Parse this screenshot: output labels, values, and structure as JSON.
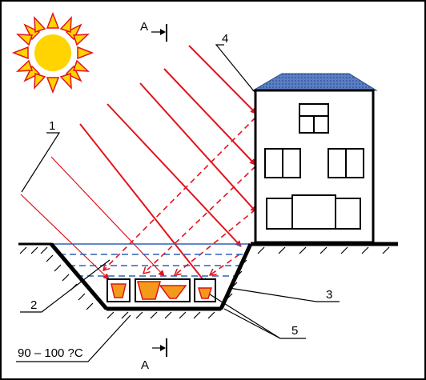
{
  "labels": {
    "item1": "1",
    "item2": "2",
    "item3": "3",
    "item4": "4",
    "item5": "5",
    "section_a_top": "A",
    "section_a_bottom": "A",
    "temperature": "90 – 100 ?С"
  },
  "colors": {
    "sun": "#ffd400",
    "sun_rays": "#e2121b",
    "solar_rays": "#e2121b",
    "water": "#2f62b8",
    "roof": "#4a6fb3",
    "pot_fill": "#f39a1a"
  },
  "icons": {
    "sun": "sun-icon"
  }
}
